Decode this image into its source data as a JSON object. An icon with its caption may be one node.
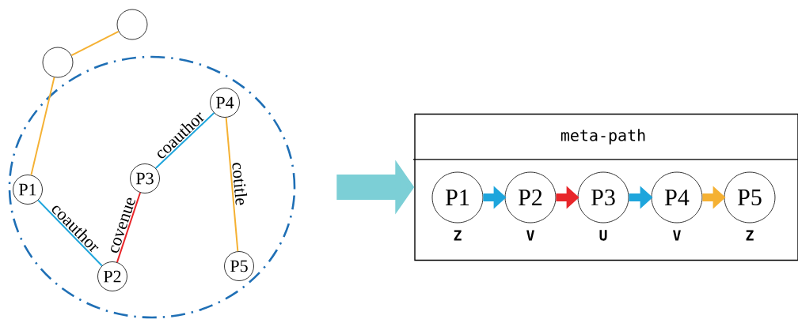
{
  "diagram": {
    "nodes": [
      {
        "text": [],
        "shape": "circle"
      },
      {
        "text": [],
        "shape": "circle"
      },
      {
        "text": [],
        "shape": "circle"
      },
      {
        "text": [
          "P1"
        ],
        "in": 2
      },
      {
        "text": [
          "P2"
        ],
        "in": 2
      },
      {
        "text": [
          "P3"
        ],
        "in": 2
      },
      {
        "text": [
          "P4"
        ],
        "in": 2
      },
      {
        "text": [
          "P5"
        ],
        "in": 2
      },
      {
        "text": [
          "meta-path"
        ]
      },
      {
        "text": [
          "P1"
        ],
        "in": 8,
        "beside": [
          "Z"
        ]
      },
      {
        "text": [
          "P2"
        ],
        "in": 8,
        "beside": [
          "V"
        ]
      },
      {
        "text": [
          "P3"
        ],
        "in": 8,
        "beside": [
          "U"
        ]
      },
      {
        "text": [
          "P4"
        ],
        "in": 8,
        "beside": [
          "V"
        ]
      },
      {
        "text": [
          "P5"
        ],
        "in": 8,
        "beside": [
          "Z"
        ]
      }
    ],
    "edges": [
      {
        "from": 0,
        "to": 1,
        "arrow": "none",
        "color": "#f5b133"
      },
      {
        "from": 1,
        "to": 3,
        "arrow": "none",
        "color": "#f5b133"
      },
      {
        "from": 3,
        "to": 4,
        "arrow": "none",
        "label": "coauthor",
        "color": "#1ea5dc"
      },
      {
        "from": 4,
        "to": 5,
        "arrow": "none",
        "label": "covenue",
        "color": "#e8262a"
      },
      {
        "from": 5,
        "to": 6,
        "arrow": "none",
        "label": "coauthor",
        "color": "#1ea5dc"
      },
      {
        "from": 6,
        "to": 7,
        "arrow": "none",
        "label": "cotitle",
        "color": "#f5b133"
      },
      {
        "from": 2,
        "to": 8,
        "arrow": "to",
        "style": "thick",
        "color": "#7ccfd6"
      },
      {
        "from": 9,
        "to": 10,
        "arrow": "to",
        "style": "thick",
        "color": "#1ea5dc"
      },
      {
        "from": 10,
        "to": 11,
        "arrow": "to",
        "style": "thick",
        "color": "#e8262a"
      },
      {
        "from": 11,
        "to": 12,
        "arrow": "to",
        "style": "thick",
        "color": "#1ea5dc"
      },
      {
        "from": 12,
        "to": 13,
        "arrow": "to",
        "style": "thick",
        "color": "#f5b133"
      }
    ]
  }
}
